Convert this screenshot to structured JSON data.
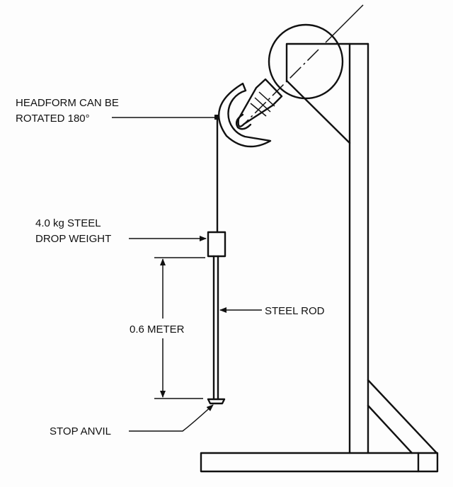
{
  "labels": {
    "headform_line1": "HEADFORM CAN BE",
    "headform_line2": "ROTATED 180°",
    "weight_line1": "4.0 kg STEEL",
    "weight_line2": "DROP WEIGHT",
    "rod": "STEEL ROD",
    "distance": "0.6 METER",
    "anvil": "STOP ANVIL"
  }
}
